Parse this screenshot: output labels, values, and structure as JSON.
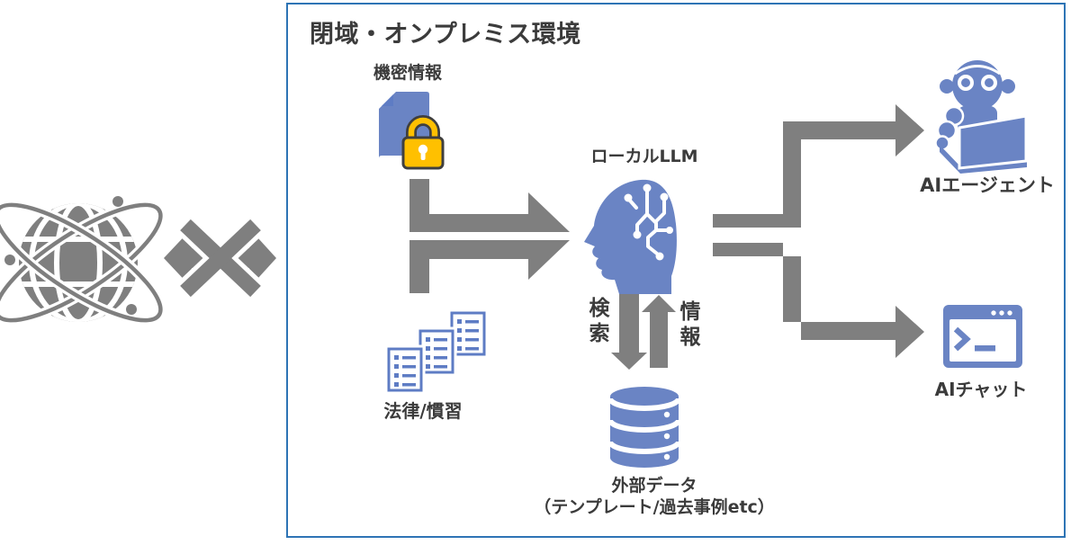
{
  "boundary": {
    "title": "閉域・オンプレミス環境"
  },
  "nodes": {
    "internet": {
      "icon": "globe-network-icon"
    },
    "blocked_connection": {
      "icon": "blocked-double-arrow-icon"
    },
    "confidential_info": {
      "label": "機密情報",
      "icon": "locked-document-icon"
    },
    "laws_customs": {
      "label": "法律/慣習",
      "icon": "documents-stack-icon"
    },
    "local_llm": {
      "label": "ローカルLLM",
      "icon": "brain-head-icon"
    },
    "external_data": {
      "label": "外部データ",
      "sublabel": "（テンプレート/過去事例etc）",
      "icon": "database-icon"
    },
    "ai_agent": {
      "label": "AIエージェント",
      "icon": "robot-laptop-icon"
    },
    "ai_chat": {
      "label": "AIチャット",
      "icon": "terminal-window-icon"
    }
  },
  "flows": {
    "search_label": "検索",
    "info_label": "情報"
  },
  "colors": {
    "icon_blue": "#6A84C4",
    "doc_outline_blue": "#5E7CC4",
    "arrow_gray": "#7F7F7F",
    "boundary_blue": "#2E74B5",
    "lock_gold": "#FFC000",
    "lock_outline": "#3F3F3F",
    "text_dark": "#3B3B3B"
  }
}
